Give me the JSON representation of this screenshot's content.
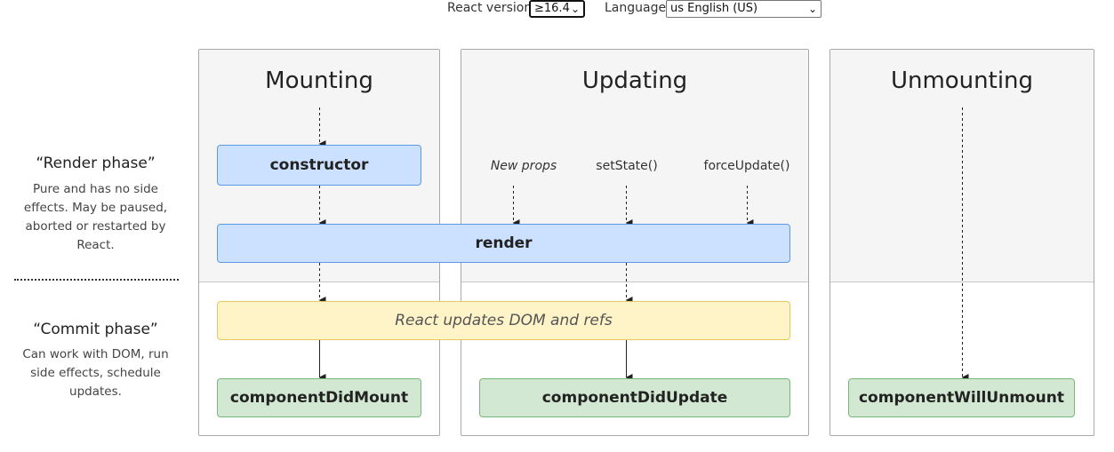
{
  "controls": {
    "version_label": "React version",
    "version_value": "≥16.4",
    "language_label": "Language",
    "language_value": "us English (US)"
  },
  "columns": {
    "mounting": "Mounting",
    "updating": "Updating",
    "unmounting": "Unmounting"
  },
  "phases": {
    "render_title": "“Render phase”",
    "render_desc": "Pure and has no side effects. May be paused, aborted or restarted by React.",
    "commit_title": "“Commit phase”",
    "commit_desc": "Can work with DOM, run side effects, sched­ule updates."
  },
  "boxes": {
    "constructor": "constructor",
    "render": "render",
    "dom_update": "React updates DOM and refs",
    "did_mount": "componentDidMount",
    "did_update": "componentDidUpdate",
    "will_unmount": "componentWillUnmount"
  },
  "triggers": {
    "new_props": "New props",
    "set_state": "setState()",
    "force_update": "forceUpdate()"
  },
  "colors": {
    "render_box": "#cce0ff",
    "commit_dom_box": "#fff3c8",
    "commit_method_box": "#d2e8d2"
  }
}
